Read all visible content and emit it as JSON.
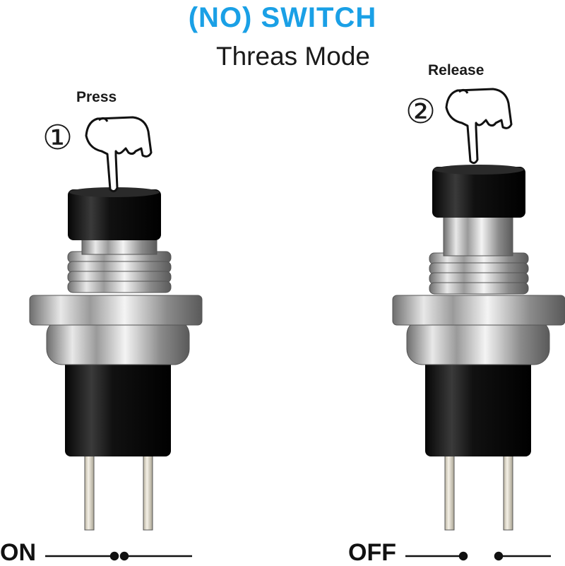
{
  "title": "(NO) SWITCH",
  "subtitle": "Threas Mode",
  "colors": {
    "title": "#1aa0e6",
    "cap": "#111111",
    "metal": "#c8c8c8",
    "pin": "#e4e0d4"
  },
  "steps": [
    {
      "number": "①",
      "action": "Press",
      "state": "ON"
    },
    {
      "number": "②",
      "action": "Release",
      "state": "OFF"
    }
  ],
  "icons": [
    "pointing-hand-icon",
    "push-button-switch-icon",
    "circuit-contact-icon"
  ]
}
